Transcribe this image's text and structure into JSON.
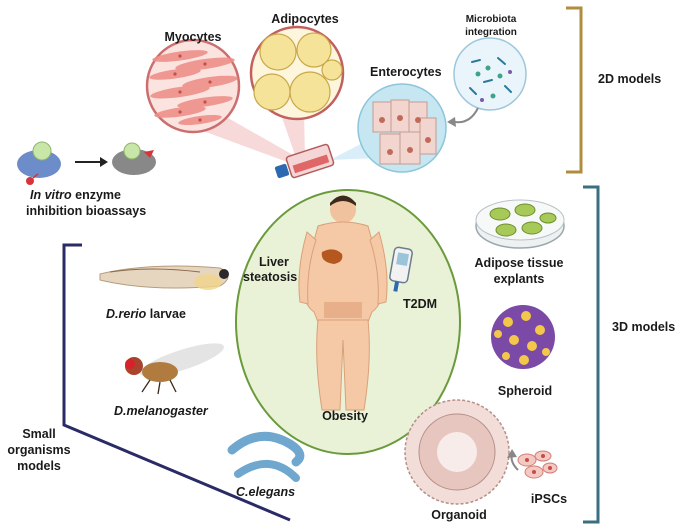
{
  "labels": {
    "myocytes": "Myocytes",
    "adipocytes": "Adipocytes",
    "microbiota_line1": "Microbiota",
    "microbiota_line2": "integration",
    "enterocytes": "Enterocytes",
    "models_2d": "2D models",
    "models_3d": "3D models",
    "invitro_italic": "In vitro",
    "invitro_rest": " enzyme",
    "invitro_line2": "inhibition bioassays",
    "liver_line1": "Liver",
    "liver_line2": "steatosis",
    "t2dm": "T2DM",
    "obesity": "Obesity",
    "adipose_line1": "Adipose tissue",
    "adipose_line2": "explants",
    "spheroid": "Spheroid",
    "organoid": "Organoid",
    "ipscs": "iPSCs",
    "drerio": "D.rerio",
    "drerio_rest": " larvae",
    "dmelanogaster": "D.melanogaster",
    "celegans": "C.elegans",
    "small_line1": "Small",
    "small_line2": "organisms",
    "small_line3": "models"
  },
  "colors": {
    "bracket_2d": "#b08d3c",
    "bracket_3d": "#3a6f80",
    "bracket_small": "#2a2a66",
    "central_fill": "#e9f2d6",
    "central_border": "#6a9a3c",
    "cell_pink": "#f4c9c3",
    "adipocyte_fill": "#f6e39a",
    "enterocyte_bg": "#c6e6f2",
    "spheroid_purple": "#7b4aa6"
  }
}
